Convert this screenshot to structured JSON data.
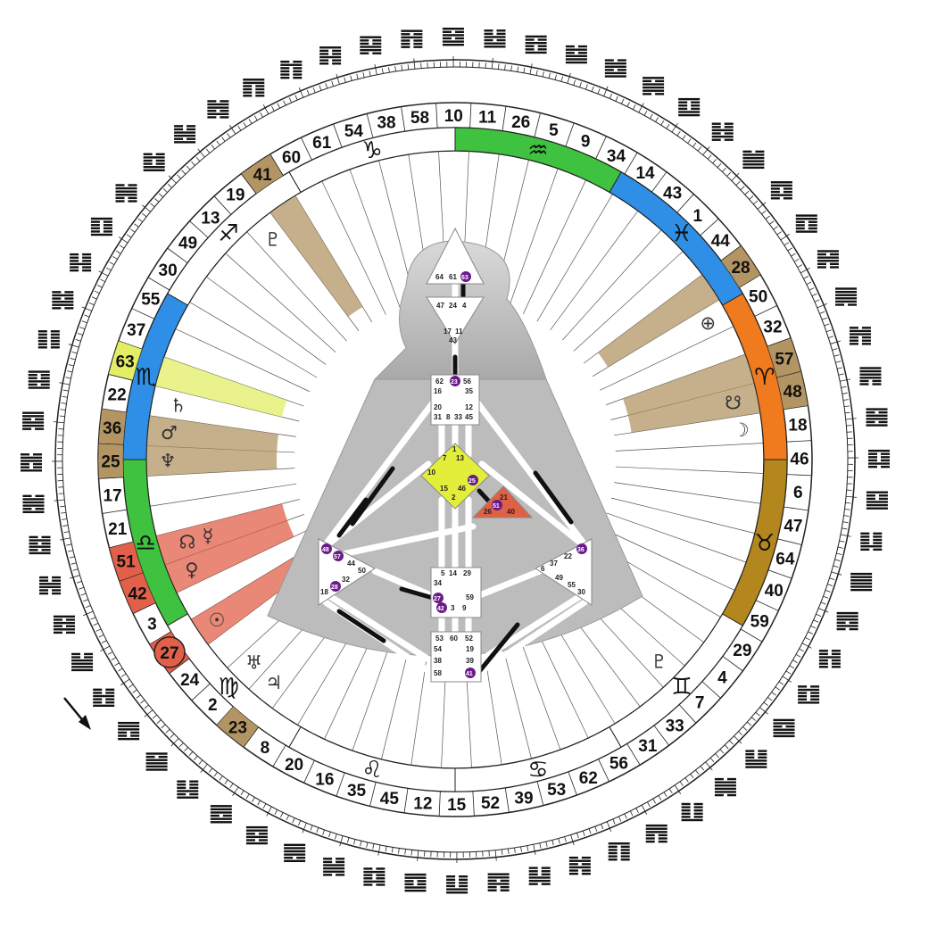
{
  "wheel": {
    "gates": [
      {
        "n": "41",
        "hl": "brown"
      },
      {
        "n": "19"
      },
      {
        "n": "13"
      },
      {
        "n": "49"
      },
      {
        "n": "30"
      },
      {
        "n": "55"
      },
      {
        "n": "37"
      },
      {
        "n": "63",
        "hl": "yellow"
      },
      {
        "n": "22"
      },
      {
        "n": "36",
        "hl": "brown"
      },
      {
        "n": "25",
        "hl": "brown"
      },
      {
        "n": "17"
      },
      {
        "n": "21"
      },
      {
        "n": "51",
        "hl": "red"
      },
      {
        "n": "42",
        "hl": "red"
      },
      {
        "n": "3"
      },
      {
        "n": "27",
        "hl": "red",
        "circled": true
      },
      {
        "n": "24"
      },
      {
        "n": "2"
      },
      {
        "n": "23",
        "hl": "brown"
      },
      {
        "n": "8"
      },
      {
        "n": "20"
      },
      {
        "n": "16"
      },
      {
        "n": "35"
      },
      {
        "n": "45"
      },
      {
        "n": "12"
      },
      {
        "n": "15"
      },
      {
        "n": "52"
      },
      {
        "n": "39"
      },
      {
        "n": "53"
      },
      {
        "n": "62"
      },
      {
        "n": "56"
      },
      {
        "n": "31"
      },
      {
        "n": "33"
      },
      {
        "n": "7"
      },
      {
        "n": "4"
      },
      {
        "n": "29"
      },
      {
        "n": "59"
      },
      {
        "n": "40"
      },
      {
        "n": "64"
      },
      {
        "n": "47"
      },
      {
        "n": "6"
      },
      {
        "n": "46"
      },
      {
        "n": "18"
      },
      {
        "n": "48",
        "hl": "brown"
      },
      {
        "n": "57",
        "hl": "brown"
      },
      {
        "n": "32"
      },
      {
        "n": "50"
      },
      {
        "n": "28",
        "hl": "brown"
      },
      {
        "n": "44"
      },
      {
        "n": "1"
      },
      {
        "n": "43"
      },
      {
        "n": "14"
      },
      {
        "n": "34"
      },
      {
        "n": "9"
      },
      {
        "n": "5"
      },
      {
        "n": "26"
      },
      {
        "n": "11"
      },
      {
        "n": "10"
      },
      {
        "n": "58"
      },
      {
        "n": "38"
      },
      {
        "n": "54"
      },
      {
        "n": "61"
      },
      {
        "n": "60"
      }
    ],
    "signs": [
      "♑",
      "♐",
      "♏",
      "♎",
      "♍",
      "♌",
      "♋",
      "♊",
      "♉",
      "♈",
      "♓",
      "♒"
    ],
    "sign_colors": {
      "aquarius": "#3fc23f",
      "pisces": "#2f8fe6",
      "aries": "#f07a1e",
      "taurus": "#b3861e",
      "scorpio": "#2f8fe6",
      "libra": "#3fc23f"
    },
    "planets": [
      {
        "glyph": "♇",
        "name": "pluto",
        "color": "#b8a37a"
      },
      {
        "glyph": "♅",
        "name": "uranus"
      },
      {
        "glyph": "♆",
        "name": "neptune",
        "color": "#b8a37a"
      },
      {
        "glyph": "♂",
        "name": "mars",
        "color": "#b8a37a"
      },
      {
        "glyph": "♄",
        "name": "saturn",
        "color": "#dde87a"
      },
      {
        "glyph": "☊",
        "name": "north-node",
        "color": "#e8877a"
      },
      {
        "glyph": "☿",
        "name": "mercury",
        "color": "#e8877a"
      },
      {
        "glyph": "♀",
        "name": "venus",
        "color": "#e8877a"
      },
      {
        "glyph": "☉",
        "name": "sun",
        "color": "#e8877a"
      },
      {
        "glyph": "♃",
        "name": "jupiter"
      },
      {
        "glyph": "⊕",
        "name": "earth",
        "color": "#b8a37a"
      },
      {
        "glyph": "☋",
        "name": "south-node",
        "color": "#b8a37a"
      },
      {
        "glyph": "☽",
        "name": "moon",
        "color": "#b8a37a"
      },
      {
        "glyph": "♇",
        "name": "pluto-right"
      }
    ],
    "arrow_icon": "arrow-down-right-icon"
  },
  "bodygraph": {
    "head": {
      "gates": [
        "64",
        "61",
        "63"
      ]
    },
    "ajna": {
      "gates": [
        "47",
        "24",
        "4",
        "17",
        "11",
        "43"
      ]
    },
    "throat": {
      "gates": [
        "62",
        "23",
        "56",
        "16",
        "35",
        "20",
        "12",
        "31",
        "8",
        "33",
        "45"
      ]
    },
    "g_center": {
      "gates": [
        "1",
        "7",
        "13",
        "10",
        "25",
        "15",
        "46",
        "2"
      ],
      "color": "#e3ee3a"
    },
    "heart": {
      "gates": [
        "21",
        "51",
        "26",
        "40"
      ],
      "color": "#e06045"
    },
    "spleen": {
      "gates": [
        "48",
        "57",
        "44",
        "50",
        "32",
        "28",
        "18"
      ]
    },
    "solar_plexus": {
      "gates": [
        "36",
        "22",
        "6",
        "37",
        "49",
        "55",
        "30"
      ]
    },
    "sacral": {
      "gates": [
        "5",
        "14",
        "29",
        "34",
        "27",
        "59",
        "42",
        "3",
        "9"
      ]
    },
    "root": {
      "gates": [
        "53",
        "60",
        "52",
        "54",
        "19",
        "38",
        "39",
        "58",
        "41"
      ]
    },
    "activated": [
      "63",
      "23",
      "25",
      "51",
      "48",
      "57",
      "28",
      "36",
      "27",
      "42",
      "41"
    ]
  }
}
